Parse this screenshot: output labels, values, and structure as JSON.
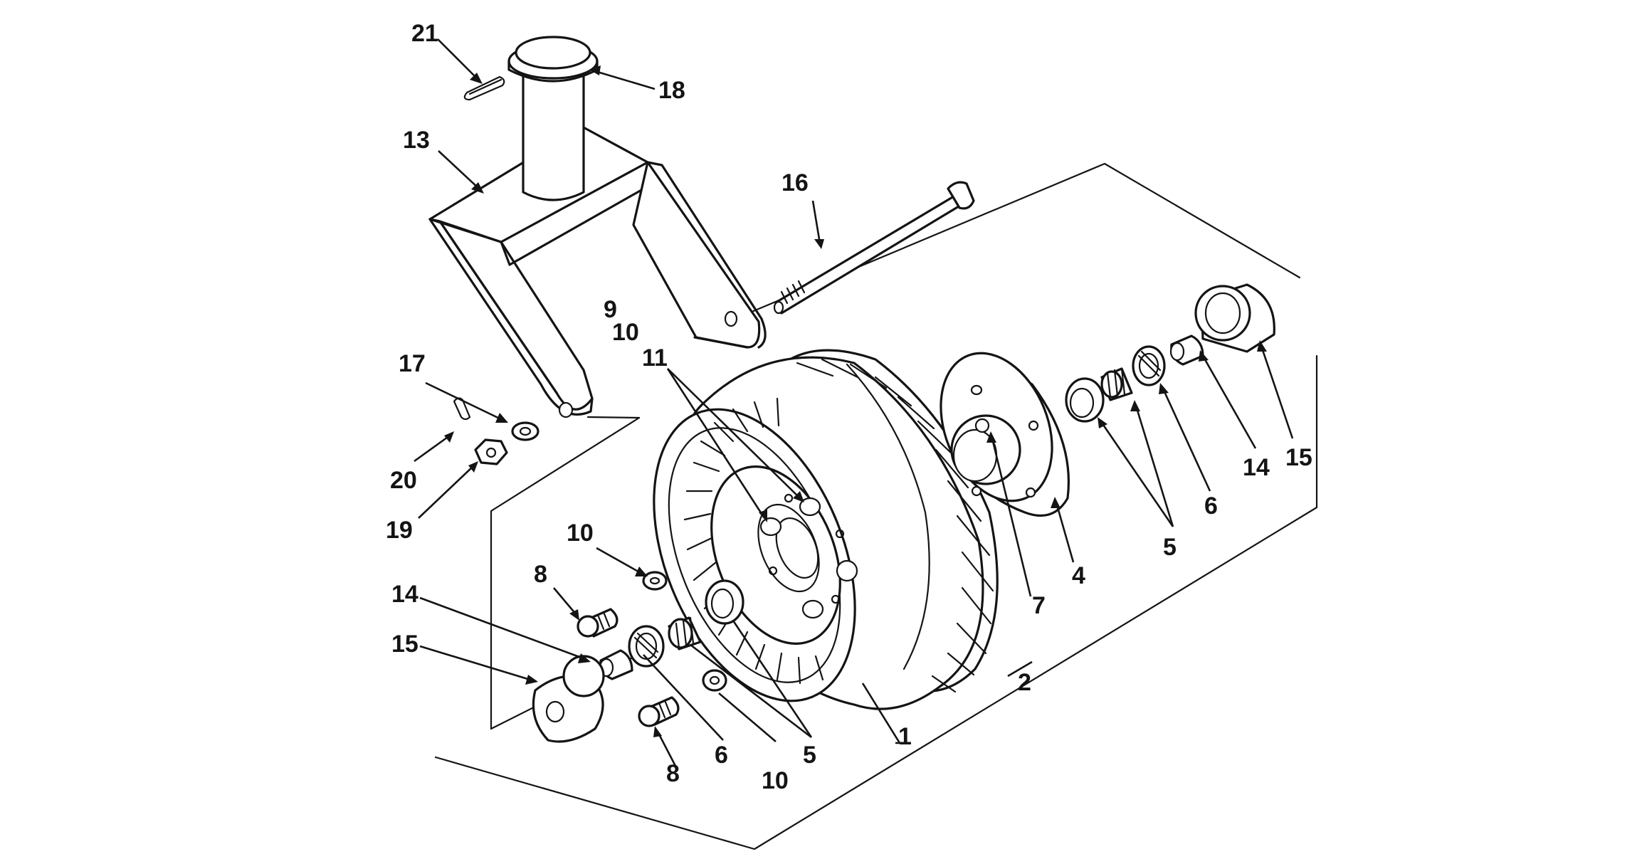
{
  "figure": {
    "description_style": "exploded parts diagram",
    "line_color": "#141414",
    "background": "#ffffff"
  },
  "callouts": {
    "c1": "1",
    "c2": "2",
    "c4": "4",
    "c5_right": "5",
    "c5_left": "5",
    "c6_right": "6",
    "c6_left": "6",
    "c7": "7",
    "c8_upper": "8",
    "c8_lower": "8",
    "c9": "9",
    "c10_top": "10",
    "c10_upper": "10",
    "c10_lower": "10",
    "c11": "11",
    "c13": "13",
    "c14_right": "14",
    "c14_left": "14",
    "c15_right": "15",
    "c15_left": "15",
    "c16": "16",
    "c17": "17",
    "c18": "18",
    "c19": "19",
    "c20": "20",
    "c21": "21"
  }
}
